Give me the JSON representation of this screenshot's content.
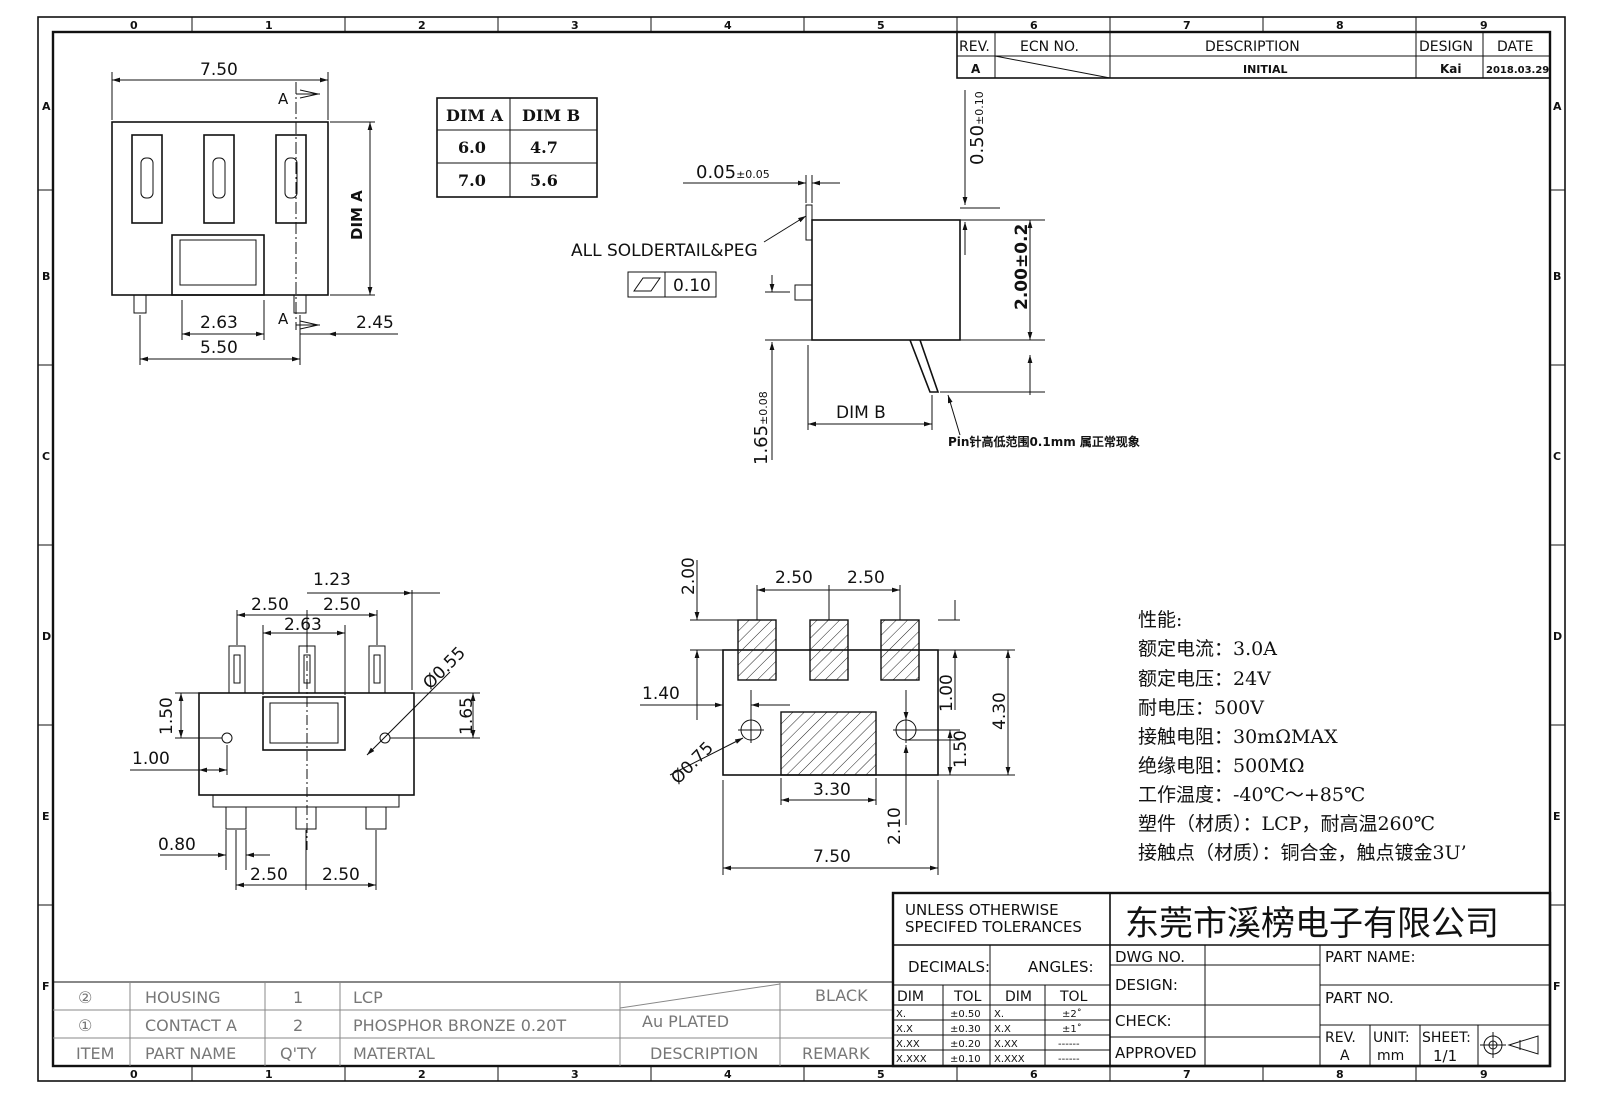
{
  "grid": {
    "top_cols": [
      "0",
      "1",
      "2",
      "3",
      "4",
      "5",
      "6",
      "7",
      "8",
      "9"
    ],
    "bottom_cols": [
      "0",
      "1",
      "2",
      "3",
      "4",
      "5",
      "6",
      "7",
      "8",
      "9"
    ],
    "rows": [
      "A",
      "B",
      "C",
      "D",
      "E",
      "F"
    ]
  },
  "revision_block": {
    "headers": {
      "rev": "REV.",
      "ecn": "ECN NO.",
      "description": "DESCRIPTION",
      "design": "DESIGN",
      "date": "DATE"
    },
    "row": {
      "rev": "A",
      "description": "INITIAL",
      "design": "Kai",
      "date": "2018.03.29"
    }
  },
  "dim_table": {
    "headers": [
      "DIM A",
      "DIM B"
    ],
    "rows": [
      [
        "6.0",
        "4.7"
      ],
      [
        "7.0",
        "5.6"
      ]
    ]
  },
  "top_view": {
    "width": "7.50",
    "dim_a": "DIM A",
    "pitch": "2.63",
    "offset": "2.45",
    "span": "5.50",
    "section": "A"
  },
  "side_view": {
    "clearance": "0.05",
    "clearance_tol": "±0.05",
    "note": "ALL SOLDERTAIL&PEG",
    "flatness": "0.10",
    "top_gap": "0.50",
    "top_gap_tol": "±0.10",
    "height": "2.00±0.2",
    "pin_len": "1.65",
    "pin_len_tol": "±0.08",
    "dim_b": "DIM B",
    "pin_note": "Pin针高低范围0.1mm  属正常现象"
  },
  "bottom_view": {
    "d_123": "1.23",
    "pitch_a": "2.50",
    "pitch_b": "2.50",
    "d_263": "2.63",
    "hole": "Ø0.55",
    "d_150": "1.50",
    "d_165": "1.65",
    "d_100": "1.00",
    "d_080": "0.80",
    "pitch_c": "2.50",
    "pitch_d": "2.50"
  },
  "pcb_layout": {
    "d_200": "2.00",
    "pitch_a": "2.50",
    "pitch_b": "2.50",
    "d_140": "1.40",
    "hole": "Ø0.75",
    "d_100": "1.00",
    "d_430": "4.30",
    "d_150": "1.50",
    "d_330": "3.30",
    "d_210": "2.10",
    "d_750": "7.50"
  },
  "specs": {
    "title": "性能:",
    "lines": [
      "额定电流：3.0A",
      "额定电压：24V",
      "耐电压：500V",
      "接触电阻：30mΩMAX",
      "绝缘电阻：500MΩ",
      "工作温度：-40℃～+85℃",
      "塑件（材质）：LCP，耐高温260℃",
      "接触点（材质）：铜合金，触点镀金3U’"
    ]
  },
  "bom": {
    "rows": [
      {
        "item": "②",
        "part": "HOUSING",
        "qty": "1",
        "material": "LCP",
        "description": "",
        "remark": "BLACK"
      },
      {
        "item": "①",
        "part": "CONTACT A",
        "qty": "2",
        "material": "PHOSPHOR BRONZE 0.20T",
        "description": "Au PLATED",
        "remark": ""
      }
    ],
    "headers": {
      "item": "ITEM",
      "part": "PART NAME",
      "qty": "Q'TY",
      "material": "MATERTAL",
      "description": "DESCRIPTION",
      "remark": "REMARK"
    }
  },
  "title_block": {
    "tolerance_note_1": "UNLESS OTHERWISE",
    "tolerance_note_2": "SPECIFED TOLERANCES",
    "company": "东莞市溪榜电子有限公司",
    "decimals": "DECIMALS:",
    "angles": "ANGLES:",
    "dim": "DIM",
    "tol": "TOL",
    "dec_rows": [
      [
        "X.",
        "±0.50"
      ],
      [
        "X.X",
        "±0.30"
      ],
      [
        "X.XX",
        "±0.20"
      ],
      [
        "X.XXX",
        "±0.10"
      ]
    ],
    "ang_rows": [
      [
        "X.",
        "±2˚"
      ],
      [
        "X.X",
        "±1˚"
      ],
      [
        "X.XX",
        "------"
      ],
      [
        "X.XXX",
        "------"
      ]
    ],
    "dwg_no": "DWG NO.",
    "design": "DESIGN:",
    "check": "CHECK:",
    "approved": "APPROVED",
    "part_name": "PART NAME:",
    "part_no": "PART NO.",
    "rev_label": "REV.",
    "rev_value": "A",
    "unit_label": "UNIT:",
    "unit_value": "mm",
    "sheet_label": "SHEET:",
    "sheet_value": "1/1"
  }
}
